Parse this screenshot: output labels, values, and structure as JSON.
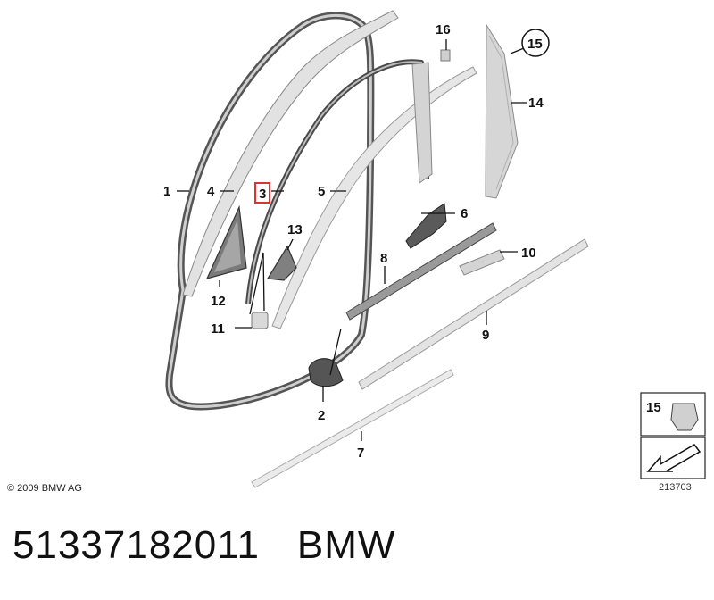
{
  "callouts": {
    "c1": "1",
    "c2": "2",
    "c3": "3",
    "c4": "4",
    "c5": "5",
    "c6": "6",
    "c7": "7",
    "c8": "8",
    "c9": "9",
    "c10": "10",
    "c11": "11",
    "c12": "12",
    "c13": "13",
    "c14": "14",
    "c15": "15",
    "c16": "16"
  },
  "highlighted_callout": "3",
  "inset": {
    "label": "15"
  },
  "copyright": "© 2009 BMW AG",
  "diagram_id": "213703",
  "footer": {
    "part_number": "51337182011",
    "brand": "BMW"
  },
  "colors": {
    "highlight": "#e03030",
    "part_fill": "#d8d8d8",
    "seal": "#555555"
  }
}
